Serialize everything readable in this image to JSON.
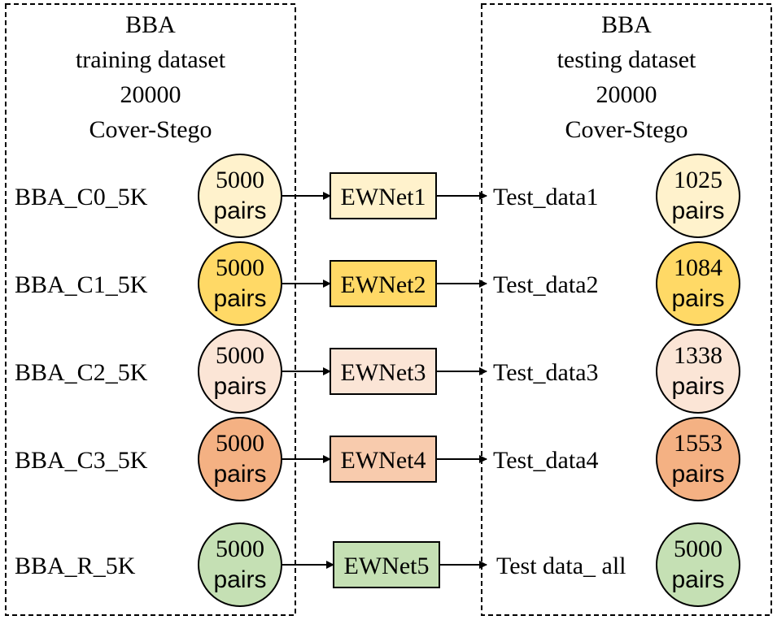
{
  "training": {
    "header": [
      "BBA",
      "training dataset",
      "20000",
      "Cover-Stego"
    ]
  },
  "testing": {
    "header": [
      "BBA",
      "testing dataset",
      "20000",
      "Cover-Stego"
    ]
  },
  "rows": [
    {
      "train_label": "BBA_C0_5K",
      "train_count": "5000",
      "train_unit": "pairs",
      "model": "EWNet1",
      "test_label": "Test_data1",
      "test_count": "1025",
      "test_unit": "pairs",
      "fill": "#fff2cc",
      "model_fill": "#fff2cc"
    },
    {
      "train_label": "BBA_C1_5K",
      "train_count": "5000",
      "train_unit": "pairs",
      "model": "EWNet2",
      "test_label": "Test_data2",
      "test_count": "1084",
      "test_unit": "pairs",
      "fill": "#ffd966",
      "model_fill": "#ffd966"
    },
    {
      "train_label": "BBA_C2_5K",
      "train_count": "5000",
      "train_unit": "pairs",
      "model": "EWNet3",
      "test_label": "Test_data3",
      "test_count": "1338",
      "test_unit": "pairs",
      "fill": "#fbe5d6",
      "model_fill": "#fbe5d6"
    },
    {
      "train_label": "BBA_C3_5K",
      "train_count": "5000",
      "train_unit": "pairs",
      "model": "EWNet4",
      "test_label": "Test_data4",
      "test_count": "1553",
      "test_unit": "pairs",
      "fill": "#f4b183",
      "model_fill": "#f8cbad"
    },
    {
      "train_label": "BBA_R_5K",
      "train_count": "5000",
      "train_unit": "pairs",
      "model": "EWNet5",
      "test_label": "Test data_ all",
      "test_count": "5000",
      "test_unit": "pairs",
      "fill": "#c5e0b4",
      "model_fill": "#c5e0b4"
    }
  ],
  "colors": {
    "stroke": "#000000",
    "text": "#000000"
  }
}
